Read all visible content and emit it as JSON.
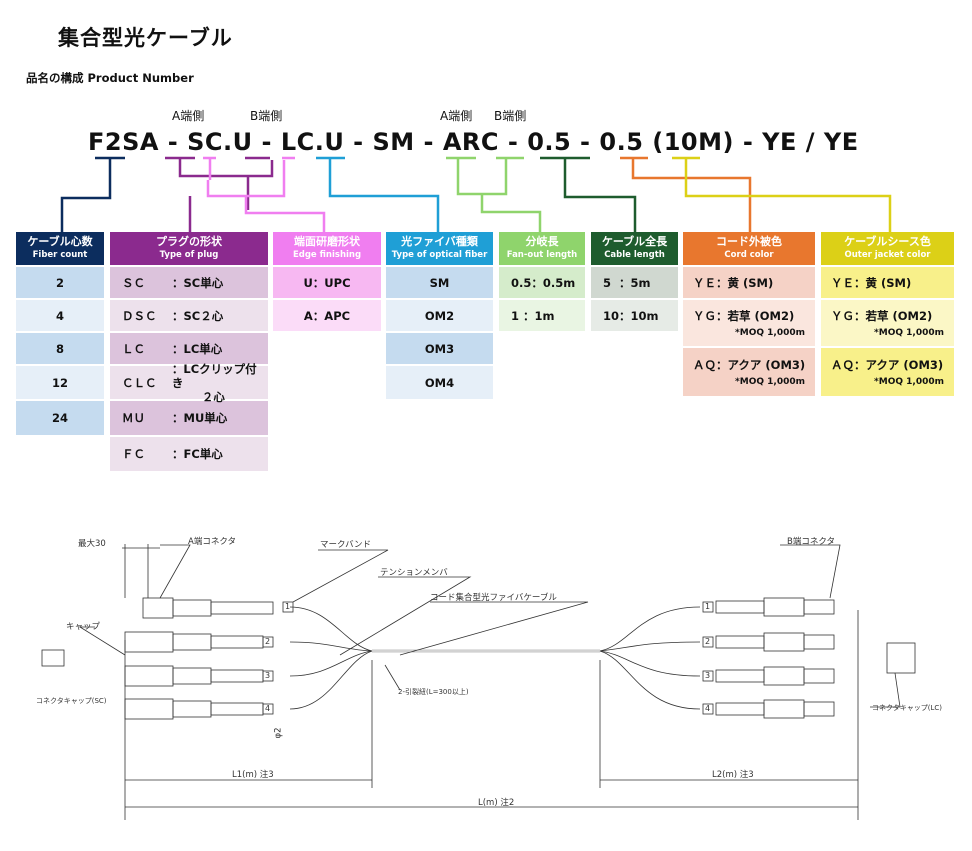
{
  "title": "集合型光ケーブル",
  "subtitle": "品名の構成 Product Number",
  "side_labels": {
    "a1": "A端側",
    "b1": "B端側",
    "a2": "A端側",
    "b2": "B端側"
  },
  "product_code": {
    "f2sa": "F2SA",
    "d1": " - ",
    "sc": "SC",
    "scu": ".U",
    "d2": " - ",
    "lc": "LC",
    "lcu": ".U",
    "d3": " - ",
    "sm": "SM",
    "d4": " - ",
    "arc": "ARC",
    "d5": " - ",
    "fa": "0.5",
    "d6": " - ",
    "fb": "0.5",
    "len": " (10M)",
    "d7": " - ",
    "ye1": "YE",
    "slash": " / ",
    "ye2": "YE"
  },
  "columns": {
    "fiber": {
      "jp": "ケーブル心数",
      "en": "Fiber count",
      "color": "#0c2d5e",
      "items": [
        "2",
        "4",
        "8",
        "12",
        "24"
      ]
    },
    "plug": {
      "jp": "プラグの形状",
      "en": "Type of plug",
      "color": "#8b2a8e",
      "items": [
        {
          "code": "ＳＣ",
          "desc": "：SC単心"
        },
        {
          "code": "ＤＳＣ",
          "desc": "：SC２心"
        },
        {
          "code": "ＬＣ",
          "desc": "：LC単心"
        },
        {
          "code": "ＣＬＣ",
          "desc": "：LCクリップ付き",
          "desc2": "２心"
        },
        {
          "code": "ＭＵ",
          "desc": "：MU単心"
        },
        {
          "code": "ＦＣ",
          "desc": "：FC単心"
        }
      ]
    },
    "edge": {
      "jp": "端面研磨形状",
      "en": "Edge finishing",
      "color": "#f07ef0",
      "items": [
        "U：UPC",
        "A：APC"
      ]
    },
    "optical": {
      "jp": "光ファイバ種類",
      "en": "Type of optical fiber",
      "color": "#1f9fd6",
      "items": [
        "SM",
        "OM2",
        "OM3",
        "OM4"
      ]
    },
    "fanout": {
      "jp": "分岐長",
      "en": "Fan-out length",
      "color": "#8fd46c",
      "items": [
        "0.5：0.5m",
        "1 ：1m"
      ]
    },
    "cable": {
      "jp": "ケーブル全長",
      "en": "Cable length",
      "color": "#1e5c2e",
      "items": [
        "5  ：5m",
        "10：10m"
      ]
    },
    "cord": {
      "jp": "コード外被色",
      "en": "Cord color",
      "color": "#e8772e",
      "items": [
        {
          "text": "ＹＥ：黄 (SM)"
        },
        {
          "text": "ＹＧ：若草 (OM2)",
          "moq": "*MOQ 1,000m"
        },
        {
          "text": "ＡＱ：アクア (OM3)",
          "moq": "*MOQ 1,000m"
        }
      ]
    },
    "jacket": {
      "jp": "ケーブルシース色",
      "en": "Outer jacket color",
      "color": "#dcd017",
      "items": [
        {
          "text": "ＹＥ：黄 (SM)"
        },
        {
          "text": "ＹＧ：若草 (OM2)",
          "moq": "*MOQ 1,000m"
        },
        {
          "text": "ＡＱ：アクア (OM3)",
          "moq": "*MOQ 1,000m"
        }
      ]
    }
  },
  "drawing": {
    "max30": "最大30",
    "a_conn": "A端コネクタ",
    "mark_band": "マークバンド",
    "tension": "テンションメンバ",
    "cable_label": "コード集合型光ファイバケーブル",
    "b_conn": "B端コネクタ",
    "cap": "キャップ",
    "cap_sc": "コネクタキャップ(SC)",
    "cap_lc": "コネクタキャップ(LC)",
    "pull": "2-引裂紐(L=300以上)",
    "phi": "φ2",
    "l1": "L1(m) 注3",
    "l2": "L2(m) 注3",
    "l": "L(m) 注2",
    "nums": [
      "1",
      "2",
      "3",
      "4"
    ]
  }
}
